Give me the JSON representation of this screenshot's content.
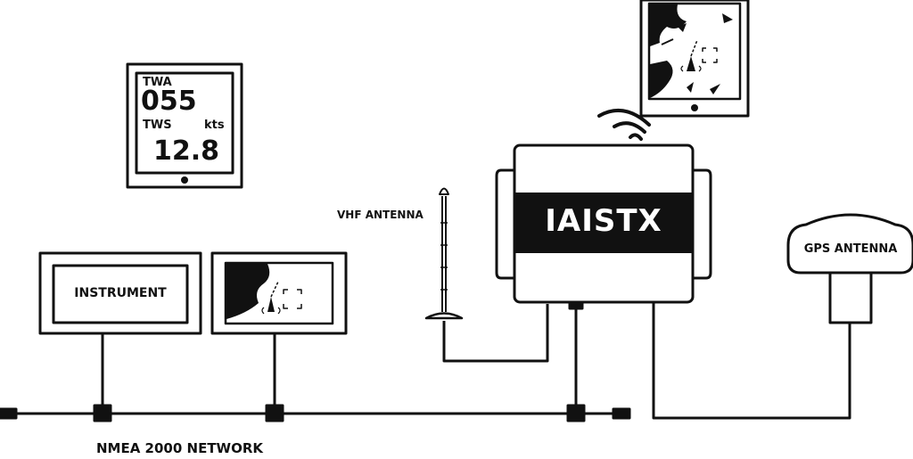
{
  "network": {
    "label": "NMEA 2000 NETWORK"
  },
  "devices": {
    "instrument_label": "INSTRUMENT",
    "vhf_antenna_label": "VHF ANTENNA",
    "gps_antenna_label": "GPS ANTENNA",
    "iaistx_label": "IAISTX"
  },
  "wind_display": {
    "twa_label": "TWA",
    "twa_value": "055",
    "tws_label": "TWS",
    "tws_unit": "kts",
    "tws_value": "12.8"
  },
  "colors": {
    "line": "#111111",
    "fill": "#ffffff"
  },
  "icons": [
    "tablet-icon",
    "wifi-icon",
    "chartplotter-icon",
    "vhf-antenna-icon",
    "gps-dome-icon"
  ]
}
